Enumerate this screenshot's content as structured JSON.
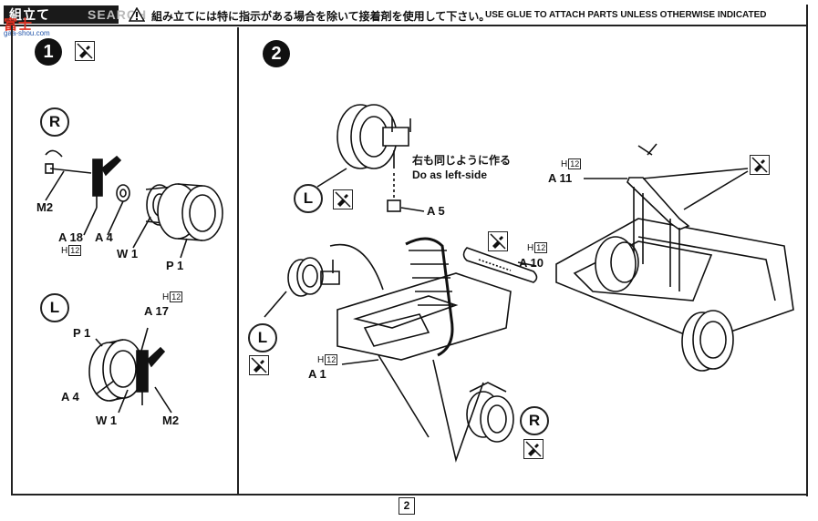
{
  "header": {
    "title": "組立て",
    "watermark": "SEARCH",
    "notice_jp": "組み立てには特に指示がある場合を除いて接着剤を使用して下さい。",
    "notice_en": "USE GLUE TO ATTACH PARTS UNLESS OTHERWISE INDICATED"
  },
  "logo": {
    "main": "富士",
    "sub": "gaa-shou.com"
  },
  "step1": {
    "number": "1",
    "right": {
      "letter": "R",
      "labels": {
        "m2": "M2",
        "a18": "A 18",
        "a4": "A 4",
        "w1": "W 1",
        "p1": "P 1",
        "h12": "H"
      },
      "h12_box": "12"
    },
    "left": {
      "letter": "L",
      "labels": {
        "a17": "A 17",
        "p1": "P 1",
        "a4": "A 4",
        "w1": "W 1",
        "m2": "M2",
        "h12": "H"
      },
      "h12_box": "12"
    }
  },
  "step2": {
    "number": "2",
    "note_jp": "右も同じように作る",
    "note_en": "Do as left-side",
    "labels": {
      "a5": "A 5",
      "a10": "A 10",
      "a11": "A 11",
      "a1": "A 1",
      "l1": "L",
      "l2": "L",
      "r": "R",
      "h": "H"
    },
    "h12_box": "12"
  },
  "page_number": "2"
}
